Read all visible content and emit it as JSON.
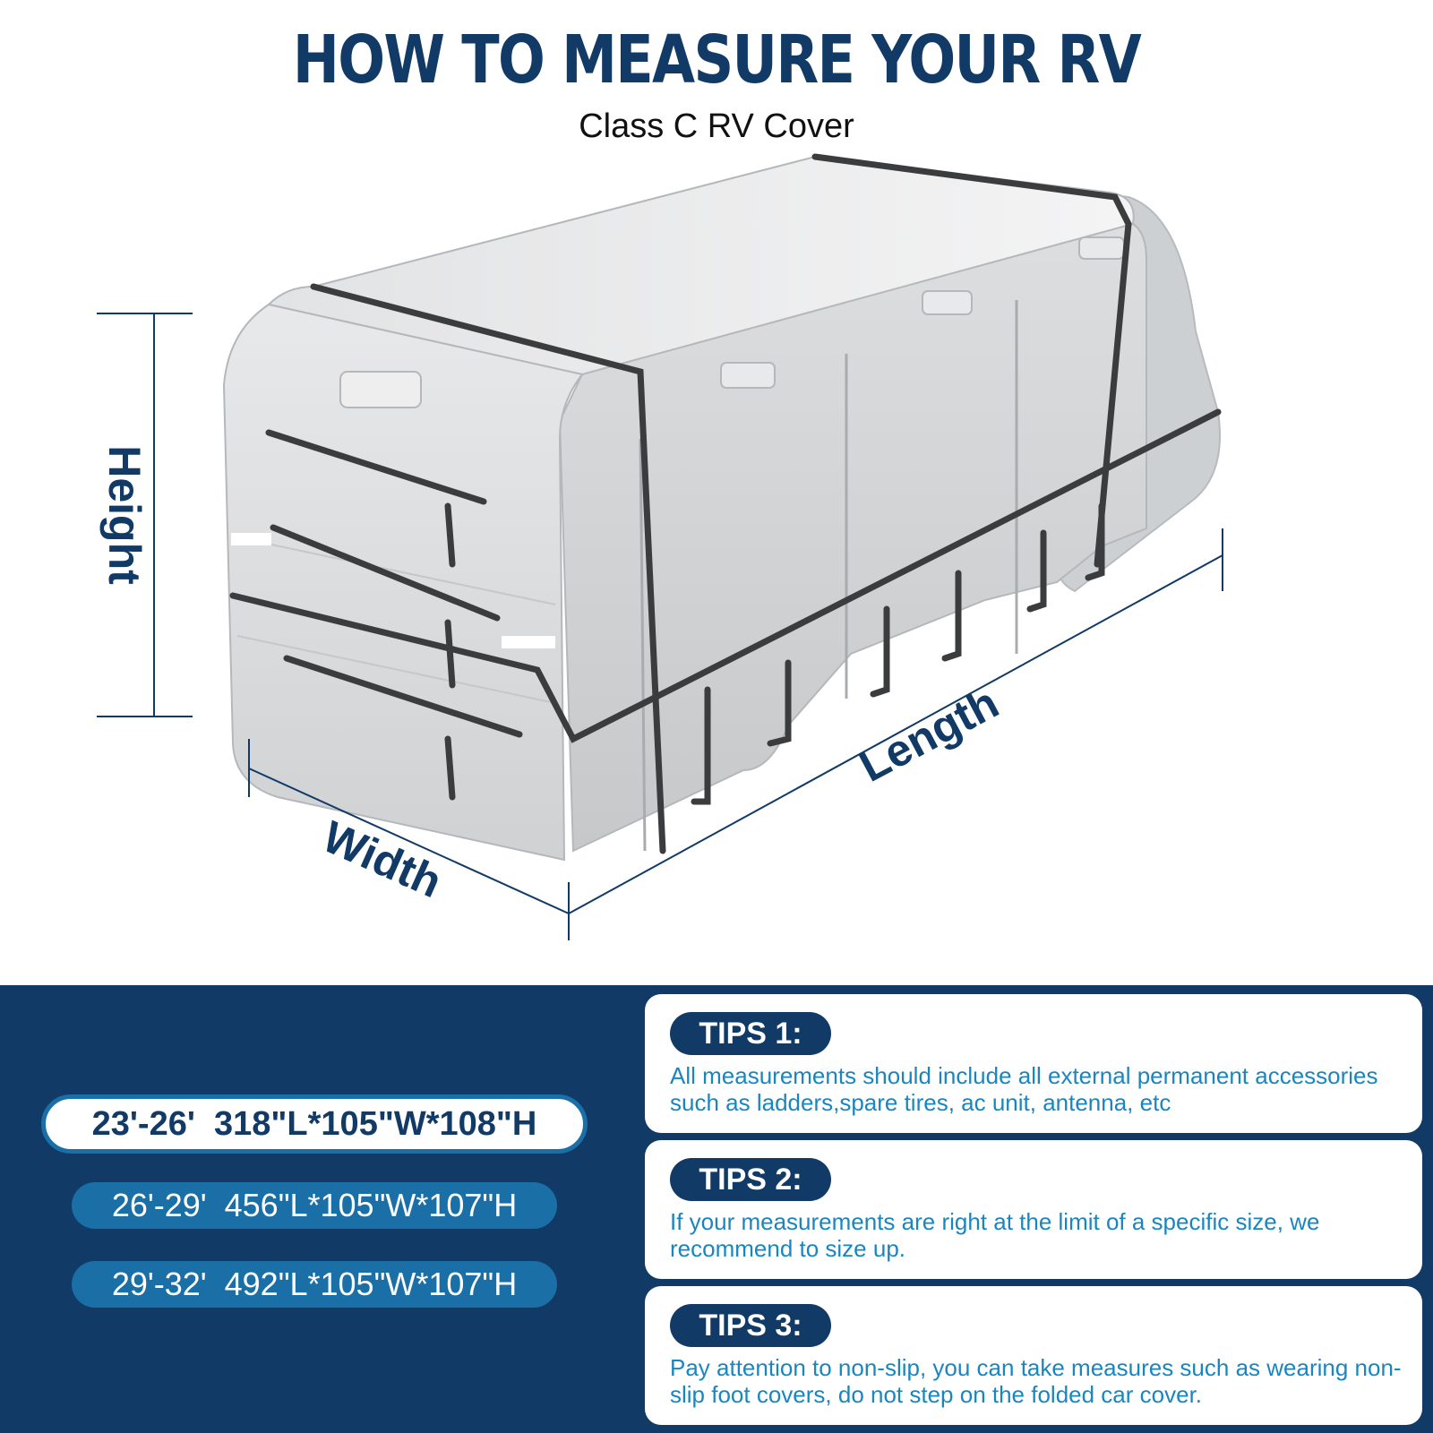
{
  "header": {
    "title": "HOW TO MEASURE YOUR RV",
    "subtitle": "Class C RV Cover"
  },
  "dimensions": {
    "height_label": "Height",
    "width_label": "Width",
    "length_label": "Length"
  },
  "sizes": [
    {
      "range": "23'-26'",
      "dims": "318\"L*105\"W*108\"H",
      "selected": true
    },
    {
      "range": "26'-29'",
      "dims": "456\"L*105\"W*107\"H",
      "selected": false
    },
    {
      "range": "29'-32'",
      "dims": "492\"L*105\"W*107\"H",
      "selected": false
    }
  ],
  "sizes_display": [
    "23'-26'  318\"L*105\"W*108\"H",
    "26'-29'  456\"L*105\"W*107\"H",
    "29'-32'  492\"L*105\"W*107\"H"
  ],
  "tips": [
    {
      "label": "TIPS 1:",
      "text": "All measurements should include all external permanent accessories such as ladders,spare tires, ac unit, antenna, etc"
    },
    {
      "label": "TIPS 2:",
      "text": "If your measurements are right at the limit of a specific size, we recommend to size up."
    },
    {
      "label": "TIPS 3:",
      "text": "Pay attention to non-slip, you can take measures such as wearing non-slip foot covers, do not step on the folded car cover."
    }
  ],
  "colors": {
    "navy": "#113a66",
    "accent_blue": "#1a6fa6",
    "tip_text": "#1a86c0",
    "cover_silver": "#d4d6d8"
  }
}
